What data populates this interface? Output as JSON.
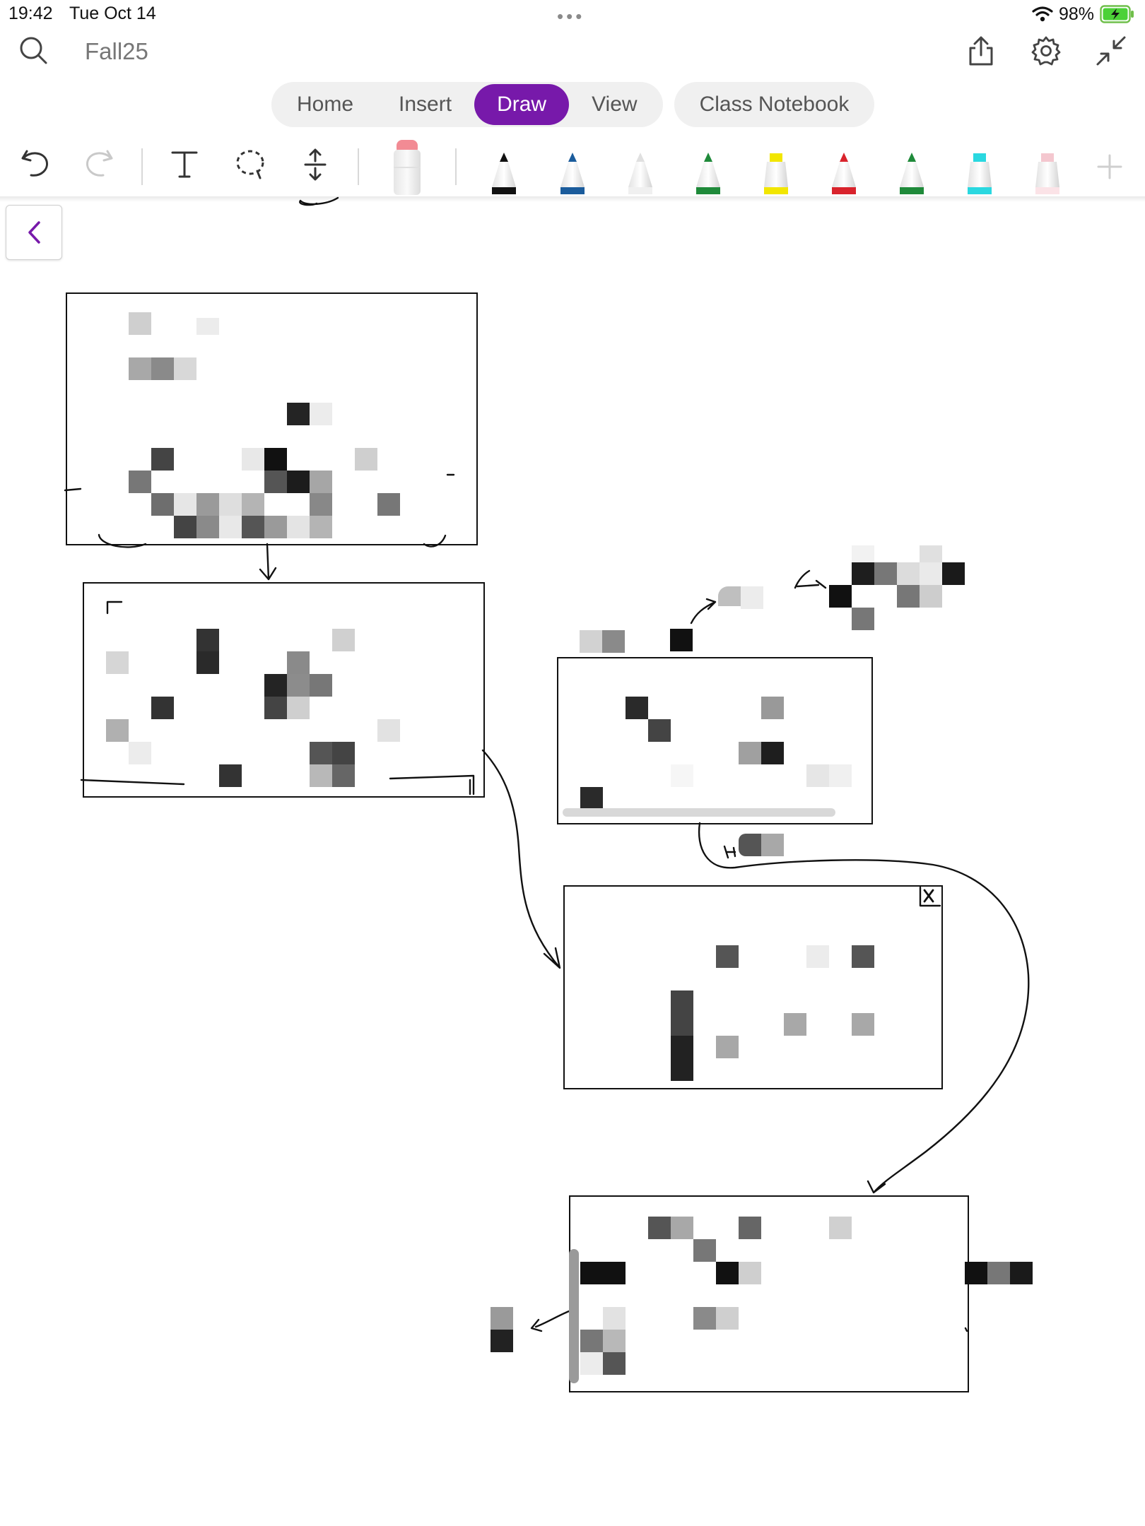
{
  "status_bar": {
    "time": "19:42",
    "date": "Tue Oct 14",
    "battery_percent": "98%",
    "icons": [
      "wifi-icon",
      "battery-charging-icon"
    ]
  },
  "top_bar": {
    "notebook_name": "Fall25",
    "icons": [
      "search-icon",
      "share-icon",
      "settings-icon",
      "collapse-icon"
    ]
  },
  "tabs": {
    "items": [
      {
        "label": "Home"
      },
      {
        "label": "Insert"
      },
      {
        "label": "Draw",
        "active": true
      },
      {
        "label": "View"
      }
    ],
    "class_notebook": "Class Notebook"
  },
  "colors": {
    "accent": "#7719aa",
    "pens": [
      "#111111",
      "#1b5c9c",
      "#e0e0e0",
      "#1f8a3a",
      "#f2e600",
      "#d9232c",
      "#1f8a3a",
      "#2ad8e0",
      "#f4c7cf"
    ]
  },
  "toolbar": {
    "tools": [
      "undo-icon",
      "redo-icon",
      "text-icon",
      "lasso-icon",
      "insert-space-icon",
      "eraser-icon",
      "add-pen-icon"
    ]
  },
  "close_box_label": "X"
}
